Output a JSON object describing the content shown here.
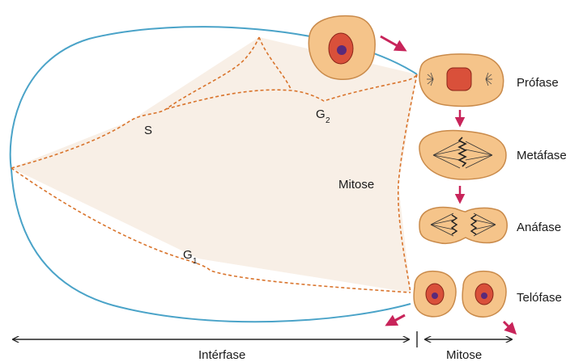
{
  "labels": {
    "s": "S",
    "g2_main": "G",
    "g2_sub": "2",
    "g1_main": "G",
    "g1_sub": "1",
    "mitose_inner": "Mitose",
    "profase": "Prófase",
    "metafase": "Metáfase",
    "anafase": "Anáfase",
    "telofase": "Telófase",
    "interfase_axis": "Intérfase",
    "mitose_axis": "Mitose"
  },
  "colors": {
    "cycle_outline": "#4aa3c8",
    "phase_boundary": "#d9742c",
    "region_fill": "#f8efe6",
    "cell_fill": "#f5c48a",
    "cell_outline": "#c98a4a",
    "nucleus": "#d9503a",
    "arrow": "#c8245a",
    "axis": "#222222"
  }
}
